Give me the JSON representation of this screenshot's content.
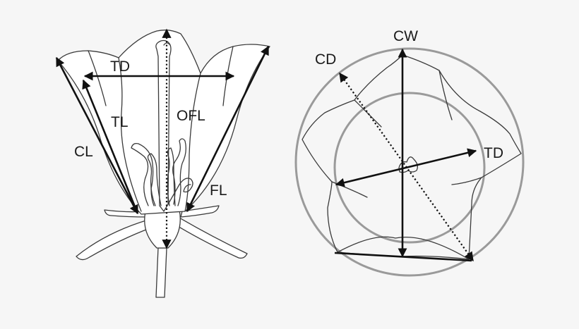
{
  "labels": {
    "td_left": "TD",
    "tl": "TL",
    "ofl": "OFL",
    "cl": "CL",
    "fl": "FL",
    "cw": "CW",
    "cd": "CD",
    "td_right": "TD"
  },
  "colors": {
    "background": "#f6f6f6",
    "line": "#111111",
    "outline": "#3a3a3a",
    "circle": "#9a9a9a"
  }
}
